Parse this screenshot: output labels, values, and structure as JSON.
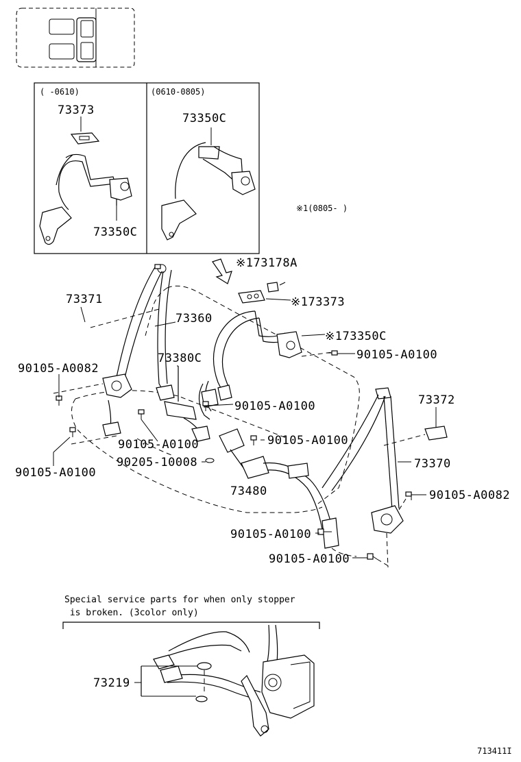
{
  "labels": {
    "p73373": "73373",
    "p73350c_a": "73350C",
    "p73350c_b": "73350C",
    "date_a": "(    -0610)",
    "date_b": "(0610-0805)",
    "date_c": "※1(0805-    )",
    "p73178a": "※173178A",
    "p73373b": "※173373",
    "p73350c_c": "※173350C",
    "p73371": "73371",
    "p73360": "73360",
    "p73380c": "73380C",
    "p90105_a0082_l": "90105-A0082",
    "p90105_a0100_r1": "90105-A0100",
    "p90105_a0100_m1": "90105-A0100",
    "p90105_a0100_m2": "90105-A0100",
    "p90105_a0100_m3": "90105-A0100",
    "p90205": "90205-10008",
    "p90105_a0100_l": "90105-A0100",
    "p73480": "73480",
    "p73372": "73372",
    "p73370": "73370",
    "p90105_a0082_r": "90105-A0082",
    "p90105_a0100_b1": "90105-A0100",
    "p90105_a0100_b2": "90105-A0100",
    "note_line1": "Special service parts for when only stopper",
    "note_line2": " is broken. (3color only)",
    "p73219": "73219",
    "figure_id": "713411I"
  }
}
